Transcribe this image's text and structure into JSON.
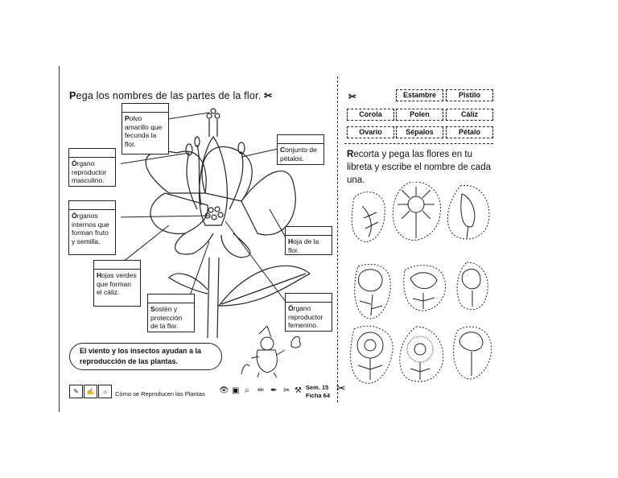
{
  "left_page": {
    "title_initial": "P",
    "title_rest": "ega los nombres de las partes de la flor.",
    "labels": [
      {
        "initial": "P",
        "rest": "olvo amarillo que fecunda la flor."
      },
      {
        "initial": "Ó",
        "rest": "rgano reproductor masculino."
      },
      {
        "initial": "Ó",
        "rest": "rganos internos que forman fruto y semilla."
      },
      {
        "initial": "H",
        "rest": "ojas verdes que forman el cáliz."
      },
      {
        "initial": "S",
        "rest": "ostén y protección de la flor."
      },
      {
        "initial": "C",
        "rest": "onjunto de pétalos."
      },
      {
        "initial": "H",
        "rest": "oja de la flor."
      },
      {
        "initial": "Ó",
        "rest": "rgano reproductor femenino."
      }
    ],
    "bubble_text": "El viento y los insectos ayudan a la reproducción de las plantas.",
    "footer_title": "Cómo se Reproducen las Plantas",
    "week": "Sem. 15",
    "ficha": "Ficha 64"
  },
  "right_page": {
    "word_bank": [
      "Estambre",
      "Pistilo",
      "Corola",
      "Polen",
      "Cáliz",
      "Ovario",
      "Sépalos",
      "Pétalo"
    ],
    "instruction_initial": "R",
    "instruction_rest": "ecorta y pega las flores en tu libreta y escribe el nombre de cada una."
  },
  "icons": {
    "scissors": "scissors-icon",
    "eye": "eye-icon",
    "pencil": "pencil-icon"
  }
}
